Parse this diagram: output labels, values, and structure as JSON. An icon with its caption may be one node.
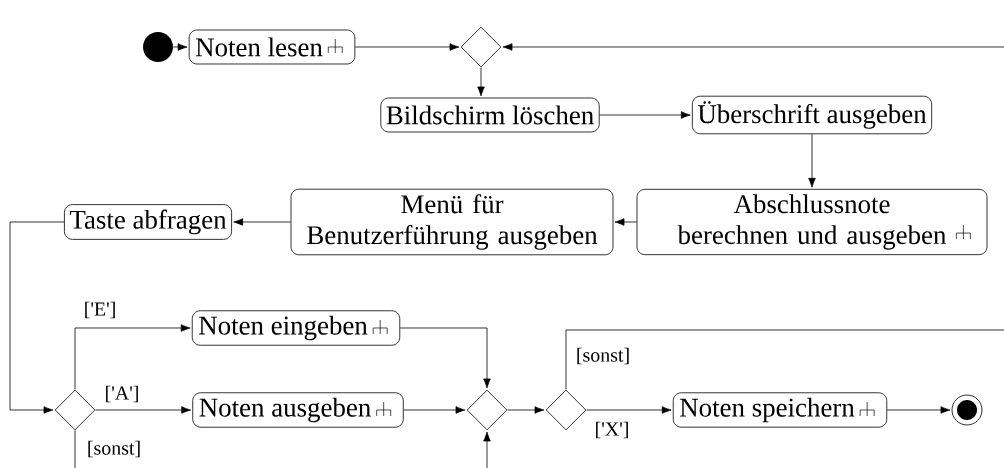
{
  "diagram": {
    "nodes": [
      {
        "text": [],
        "shape": "circle"
      },
      {
        "text": [
          "Noten lesen"
        ]
      },
      {
        "text": [],
        "shape": "diamond"
      },
      {
        "text": [
          "Bildschirm löschen"
        ]
      },
      {
        "text": [
          "Überschrift ausgeben"
        ]
      },
      {
        "text": [
          "Abschlussnote berechnen und ausgeben"
        ]
      },
      {
        "text": [
          "Menü für Benutzerführung ausgeben"
        ]
      },
      {
        "text": [
          "Taste abfragen"
        ]
      },
      {
        "text": [],
        "shape": "diamond"
      },
      {
        "text": [
          "Noten eingeben"
        ]
      },
      {
        "text": [
          "Noten ausgeben"
        ]
      },
      {
        "text": [],
        "shape": "diamond"
      },
      {
        "text": [],
        "shape": "diamond"
      },
      {
        "text": [
          "Noten speichern"
        ]
      },
      {
        "text": [],
        "shape": "bullseye"
      }
    ],
    "edges": [
      {
        "from": 0,
        "to": 1,
        "arrow": "to"
      },
      {
        "from": 1,
        "to": 2,
        "arrow": "to"
      },
      {
        "from": 2,
        "to": 3,
        "arrow": "to"
      },
      {
        "from": 3,
        "to": 4,
        "arrow": "to"
      },
      {
        "from": 4,
        "to": 5,
        "arrow": "to"
      },
      {
        "from": 5,
        "to": 6,
        "arrow": "to"
      },
      {
        "from": 6,
        "to": 7,
        "arrow": "to"
      },
      {
        "from": 7,
        "to": 8,
        "arrow": "to"
      },
      {
        "from": 8,
        "to": 9,
        "arrow": "to",
        "label": "['E']"
      },
      {
        "from": 8,
        "to": 10,
        "arrow": "to",
        "label": "['A']"
      },
      {
        "from": 8,
        "to": 11,
        "arrow": "to",
        "label": "[sonst]"
      },
      {
        "from": 9,
        "to": 11,
        "arrow": "to"
      },
      {
        "from": 10,
        "to": 11,
        "arrow": "to"
      },
      {
        "from": 11,
        "to": 12,
        "arrow": "to"
      },
      {
        "from": 12,
        "to": 13,
        "arrow": "to",
        "label": "['X']"
      },
      {
        "from": 12,
        "to": 2,
        "arrow": "to",
        "label": "[sonst]"
      },
      {
        "from": 13,
        "to": 14,
        "arrow": "to"
      }
    ]
  }
}
